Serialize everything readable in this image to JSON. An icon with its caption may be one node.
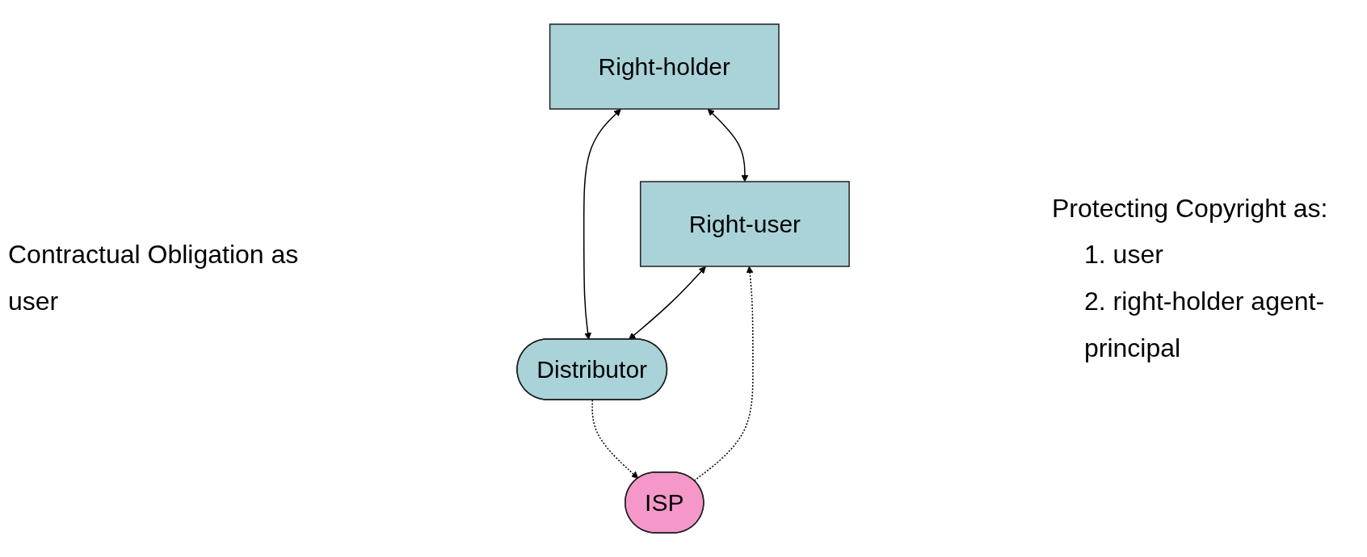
{
  "diagram": {
    "nodes": [
      {
        "text": [
          "Right-holder"
        ]
      },
      {
        "text": [
          "Right-user"
        ]
      },
      {
        "text": [
          "Distributor"
        ]
      },
      {
        "text": [
          "ISP"
        ]
      }
    ],
    "edges": [
      {
        "from": 0,
        "to": 1,
        "arrow": "both"
      },
      {
        "from": 0,
        "to": 2,
        "arrow": "both"
      },
      {
        "from": 1,
        "to": 2,
        "arrow": "both"
      },
      {
        "from": 2,
        "to": 3,
        "arrow": "to",
        "style": "dashed"
      },
      {
        "from": 3,
        "to": 1,
        "arrow": "to",
        "style": "dashed"
      }
    ],
    "labels": [
      "Contractual Obligation as user",
      "Protecting Copyright as:",
      "1. user",
      "2. right-holder agent-principal"
    ]
  }
}
